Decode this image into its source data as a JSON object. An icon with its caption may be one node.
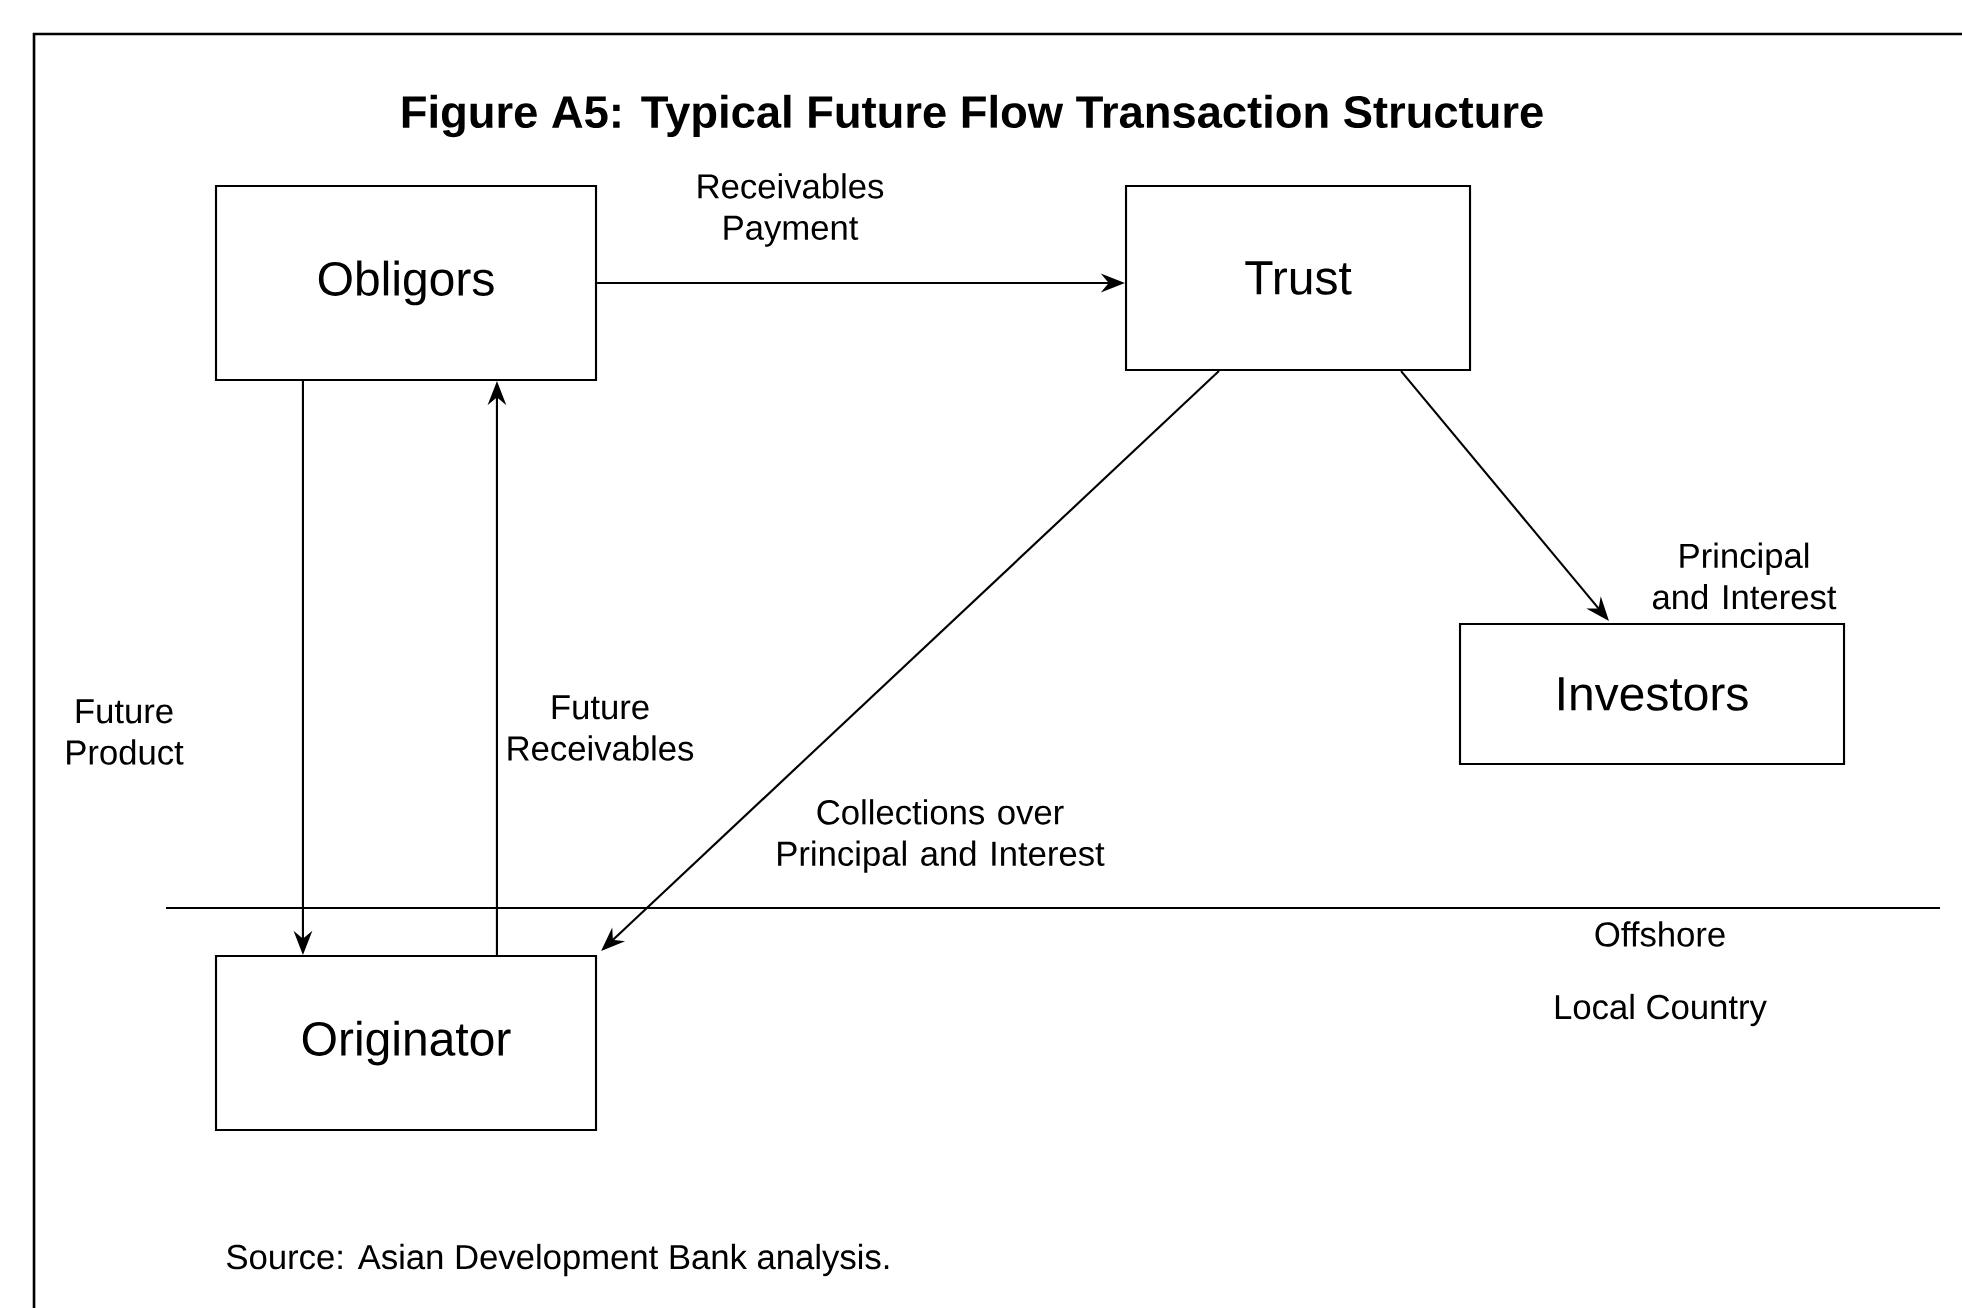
{
  "diagram": {
    "title": "Figure A5: Typical Future Flow Transaction Structure",
    "caption": "Source: Asian Development Bank analysis.",
    "nodes": [
      {
        "text": [
          "Obligors"
        ]
      },
      {
        "text": [
          "Trust"
        ]
      },
      {
        "text": [
          "Investors"
        ]
      },
      {
        "text": [
          "Originator"
        ]
      }
    ],
    "edges": [
      {
        "from": 0,
        "to": 1,
        "arrow": "to",
        "label": "Receivables Payment"
      },
      {
        "from": 0,
        "to": 3,
        "arrow": "to",
        "label": "Future Product"
      },
      {
        "from": 3,
        "to": 0,
        "arrow": "to",
        "label": "Future Receivables"
      },
      {
        "from": 1,
        "to": 3,
        "arrow": "to",
        "label": "Collections over Principal and Interest"
      },
      {
        "from": 1,
        "to": 2,
        "arrow": "to",
        "label": "Principal and Interest"
      }
    ],
    "labels": [
      "Offshore",
      "Local Country"
    ]
  }
}
